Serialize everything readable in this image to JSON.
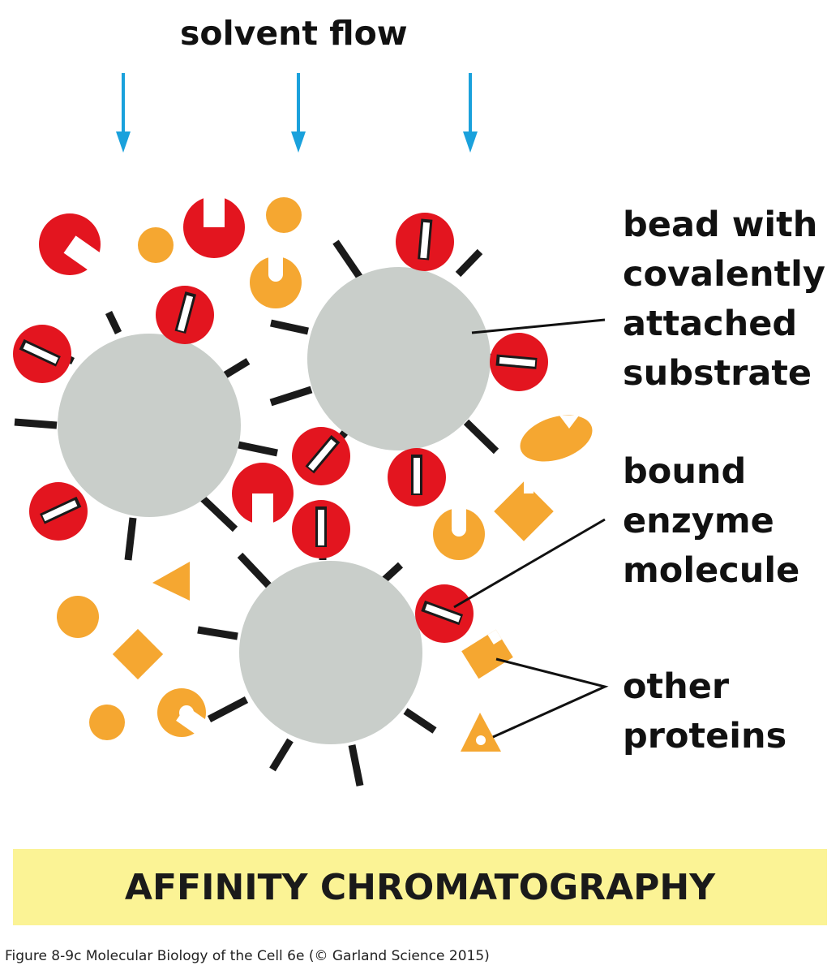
{
  "header": {
    "flow_label": "solvent flow"
  },
  "labels": {
    "bead": [
      "bead with",
      "covalently",
      "attached",
      "substrate"
    ],
    "enzyme": [
      "bound",
      "enzyme",
      "molecule"
    ],
    "proteins": [
      "other",
      "proteins"
    ]
  },
  "banner": {
    "title": "AFFINITY CHROMATOGRAPHY"
  },
  "caption": "Figure 8-9c  Molecular Biology of the Cell 6e (© Garland Science 2015)",
  "colors": {
    "bead": "#c9ceca",
    "enzyme": "#e3151f",
    "protein": "#f5a731",
    "arrow": "#1aa1dc",
    "ligand": "#1a1a1a",
    "banner": "#fbf395"
  }
}
